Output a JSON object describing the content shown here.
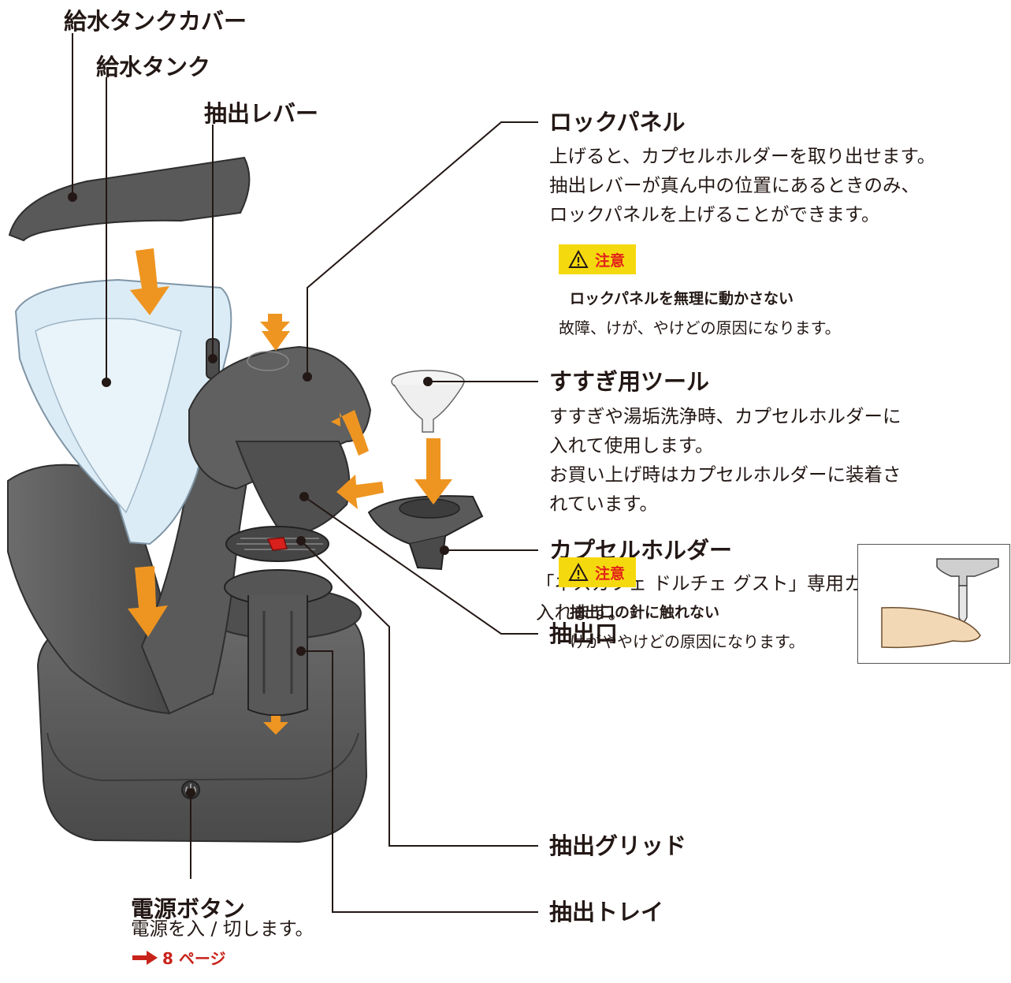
{
  "labels": {
    "tank_cover": "給水タンクカバー",
    "tank": "給水タンク",
    "lever": "抽出レバー",
    "lock_panel": "ロックパネル",
    "rinse_tool": "すすぎ用ツール",
    "capsule_holder": "カプセルホルダー",
    "outlet": "抽出口",
    "grid": "抽出グリッド",
    "tray": "抽出トレイ",
    "power": "電源ボタン"
  },
  "descriptions": {
    "lock_panel": "上げると、カプセルホルダーを取り出せます。\n抽出レバーが真ん中の位置にあるときのみ、\nロックパネルを上げることができます。",
    "rinse_tool": "すすぎや湯垢洗浄時、カプセルホルダーに\n入れて使用します。\nお買い上げ時はカプセルホルダーに装着さ\nれています。",
    "capsule_holder": "「ネスカフェ ドルチェ グスト」専用カプセルを\n入れます。",
    "power": "電源を入 / 切します。"
  },
  "cautions": [
    {
      "badge": "注意",
      "title": "ロックパネルを無理に動かさない",
      "text": "故障、けが、やけどの原因になります。"
    },
    {
      "badge": "注意",
      "title": "抽出口の針に触れない",
      "text": "けがややけどの原因になります。"
    }
  ],
  "page_ref": "8 ページ",
  "colors": {
    "machine": "#5f5f5f",
    "machine_dark": "#3d3d3d",
    "tank": "#dcecf6",
    "arrow": "#ee9521",
    "caution_bg": "#f5d90f",
    "caution_text": "#e2231a",
    "page_ref": "#c8231a"
  }
}
